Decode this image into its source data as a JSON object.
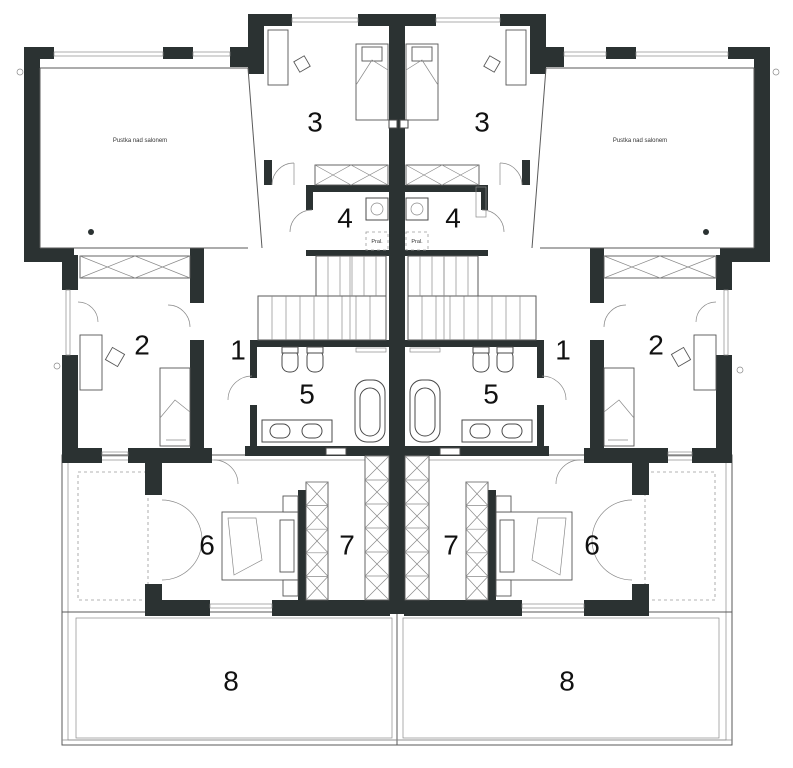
{
  "plan": {
    "void_label": "Pustka nad salonem",
    "laundry_label": "Pral.",
    "units": [
      {
        "side": "left",
        "rooms": {
          "r1": "1",
          "r2": "2",
          "r3": "3",
          "r4": "4",
          "r5": "5",
          "r6": "6",
          "r7": "7",
          "r8": "8"
        }
      },
      {
        "side": "right",
        "rooms": {
          "r1": "1",
          "r2": "2",
          "r3": "3",
          "r4": "4",
          "r5": "5",
          "r6": "6",
          "r7": "7",
          "r8": "8"
        }
      }
    ]
  }
}
